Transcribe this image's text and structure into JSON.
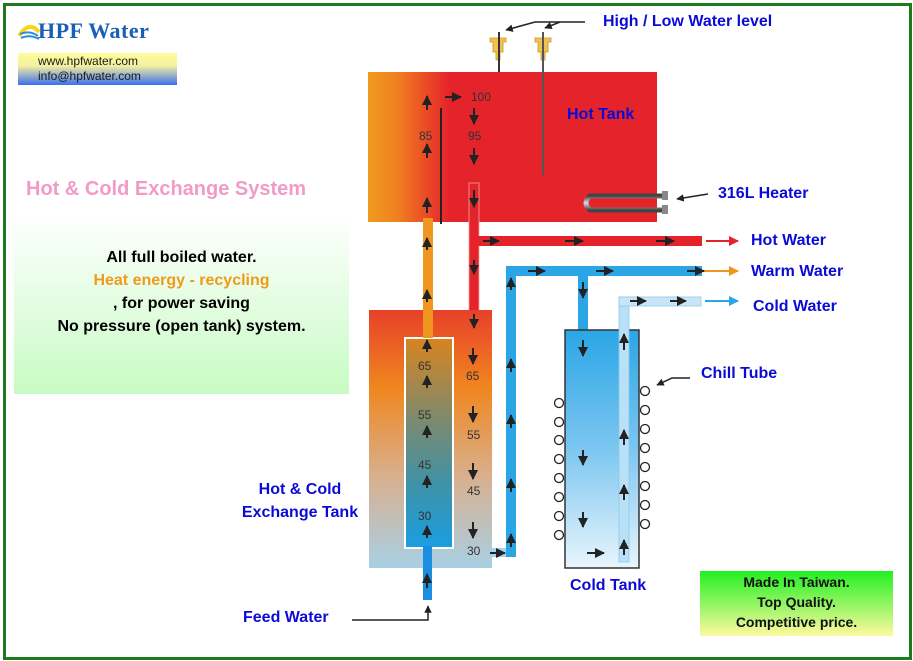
{
  "brand": {
    "name": "HPF Water",
    "website": "www.hpfwater.com",
    "email": "info@hpfwater.com"
  },
  "title": "Hot & Cold Exchange System",
  "description": {
    "line1": "All full boiled water.",
    "line2": "Heat energy - recycling",
    "line3": ", for power saving",
    "line4": "No pressure (open tank) system."
  },
  "labels": {
    "water_level": "High / Low Water level",
    "hot_tank": "Hot Tank",
    "heater": "316L Heater",
    "hot_water": "Hot Water",
    "warm_water": "Warm Water",
    "cold_water": "Cold Water",
    "chill_tube": "Chill Tube",
    "exchange_tank_line1": "Hot & Cold",
    "exchange_tank_line2": "Exchange Tank",
    "cold_tank": "Cold Tank",
    "feed_water": "Feed Water"
  },
  "temperatures": {
    "hot_tank_rise": "85",
    "hot_tank_top": "100",
    "hot_tank_fall": "95",
    "inner_tube": [
      "65",
      "55",
      "45",
      "30"
    ],
    "outer_tank": [
      "65",
      "55",
      "45",
      "30"
    ]
  },
  "footer_box": {
    "line1": "Made In Taiwan.",
    "line2": "Top Quality.",
    "line3": "Competitive price."
  },
  "colors": {
    "hot": "#e5232b",
    "warm": "#f0961e",
    "cold": "#2aa6e6",
    "label_blue": "#0b0bd6",
    "title_pink": "#f29ac8",
    "frame_green": "#1e7a1e"
  }
}
